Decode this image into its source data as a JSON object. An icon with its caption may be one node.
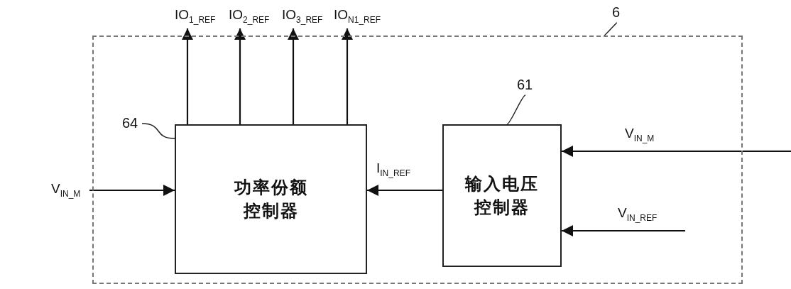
{
  "diagram": {
    "nodes": [
      {
        "text": [],
        "shape": "box"
      },
      {
        "text": [
          "功率份额控制器"
        ],
        "in": 0
      },
      {
        "text": [
          "输入电压控制器"
        ],
        "in": 0
      },
      {
        "text": [
          "IO$_{1_REF}$"
        ]
      },
      {
        "text": [
          "IO$_{2_REF}$"
        ]
      },
      {
        "text": [
          "IO$_{3_REF}$"
        ]
      },
      {
        "text": [
          "IO$_{N1_REF}$"
        ]
      },
      {
        "text": [
          "V$_{IN_M}$"
        ]
      },
      {
        "text": [
          "6"
        ]
      },
      {
        "text": [
          "64"
        ],
        "in": 0
      },
      {
        "text": [
          "61"
        ],
        "in": 0
      }
    ],
    "edges": [
      {
        "from": 1,
        "to": 3,
        "arrow": "to"
      },
      {
        "from": 1,
        "to": 4,
        "arrow": "to"
      },
      {
        "from": 1,
        "to": 5,
        "arrow": "to"
      },
      {
        "from": 1,
        "to": 6,
        "arrow": "to"
      },
      {
        "from": 7,
        "to": 1,
        "arrow": "to"
      },
      {
        "from": 2,
        "to": 1,
        "arrow": "to",
        "label": "I$_{IN_REF}$"
      },
      {
        "from": null,
        "to": 2,
        "arrow": "to",
        "label": "V$_{IN_M}$"
      },
      {
        "from": null,
        "to": 2,
        "arrow": "to",
        "label": "V$_{IN_REF}$"
      },
      {
        "from": 8,
        "to": 0,
        "arrow": "none"
      },
      {
        "from": 9,
        "to": 1,
        "arrow": "none"
      },
      {
        "from": 10,
        "to": 2,
        "arrow": "none"
      }
    ]
  }
}
